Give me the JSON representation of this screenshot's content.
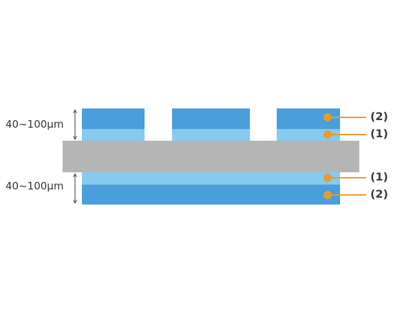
{
  "diagram": {
    "top_thickness_label": "40~100µm",
    "bottom_thickness_label": "40~100µm",
    "callouts": {
      "top_outer": "(2)",
      "top_inner": "(1)",
      "bottom_inner": "(1)",
      "bottom_outer": "(2)"
    }
  },
  "colors": {
    "layer_2": "#4a9edb",
    "layer_1": "#86caf0",
    "core": "#b4b5b4",
    "callout": "#ea9a27",
    "dimension_line": "#333333"
  }
}
